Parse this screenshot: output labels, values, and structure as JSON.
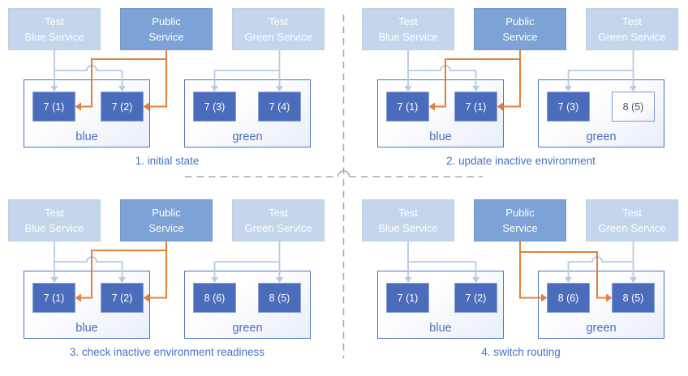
{
  "colors": {
    "pod_fill": "#4a6cbb",
    "pod_outline_text": "#44546a",
    "public_service_fill": "#7ca2d6",
    "test_service_fill": "#c5d5ec",
    "service_text": "#ffffff",
    "public_route_orange": "#e0803c",
    "test_route_blue": "#b6c9e6",
    "environment_border": "#4c74c4",
    "environment_label": "#4a6fbe",
    "caption_text": "#4573c9",
    "divider_gray": "#a8a8a8"
  },
  "quadrants": [
    {
      "caption": "1. initial state",
      "services": {
        "test_blue": {
          "line1": "Test",
          "line2": "Blue Service"
        },
        "public": {
          "line1": "Public",
          "line2": "Service"
        },
        "test_green": {
          "line1": "Test",
          "line2": "Green Service"
        }
      },
      "environments": {
        "blue": {
          "label": "blue",
          "pods": [
            {
              "label": "7 (1)",
              "variant": "filled"
            },
            {
              "label": "7 (2)",
              "variant": "filled"
            }
          ]
        },
        "green": {
          "label": "green",
          "pods": [
            {
              "label": "7 (3)",
              "variant": "filled"
            },
            {
              "label": "7 (4)",
              "variant": "filled"
            }
          ]
        }
      }
    },
    {
      "caption": "2. update inactive environment",
      "services": {
        "test_blue": {
          "line1": "Test",
          "line2": "Blue Service"
        },
        "public": {
          "line1": "Public",
          "line2": "Service"
        },
        "test_green": {
          "line1": "Test",
          "line2": "Green Service"
        }
      },
      "environments": {
        "blue": {
          "label": "blue",
          "pods": [
            {
              "label": "7 (1)",
              "variant": "filled"
            },
            {
              "label": "7 (1)",
              "variant": "filled"
            }
          ]
        },
        "green": {
          "label": "green",
          "pods": [
            {
              "label": "7 (3)",
              "variant": "filled"
            },
            {
              "label": "8 (5)",
              "variant": "outline"
            }
          ]
        }
      }
    },
    {
      "caption": "3. check inactive environment readiness",
      "services": {
        "test_blue": {
          "line1": "Test",
          "line2": "Blue Service"
        },
        "public": {
          "line1": "Public",
          "line2": "Service"
        },
        "test_green": {
          "line1": "Test",
          "line2": "Green Service"
        }
      },
      "environments": {
        "blue": {
          "label": "blue",
          "pods": [
            {
              "label": "7 (1)",
              "variant": "filled"
            },
            {
              "label": "7 (2)",
              "variant": "filled"
            }
          ]
        },
        "green": {
          "label": "green",
          "pods": [
            {
              "label": "8 (6)",
              "variant": "filled"
            },
            {
              "label": "8 (5)",
              "variant": "filled"
            }
          ]
        }
      }
    },
    {
      "caption": "4. switch routing",
      "services": {
        "test_blue": {
          "line1": "Test",
          "line2": "Blue Service"
        },
        "public": {
          "line1": "Public",
          "line2": "Service"
        },
        "test_green": {
          "line1": "Test",
          "line2": "Green Service"
        }
      },
      "environments": {
        "blue": {
          "label": "blue",
          "pods": [
            {
              "label": "7 (1)",
              "variant": "filled"
            },
            {
              "label": "7 (2)",
              "variant": "filled"
            }
          ]
        },
        "green": {
          "label": "green",
          "pods": [
            {
              "label": "8 (6)",
              "variant": "filled"
            },
            {
              "label": "8 (5)",
              "variant": "filled"
            }
          ]
        }
      }
    }
  ]
}
